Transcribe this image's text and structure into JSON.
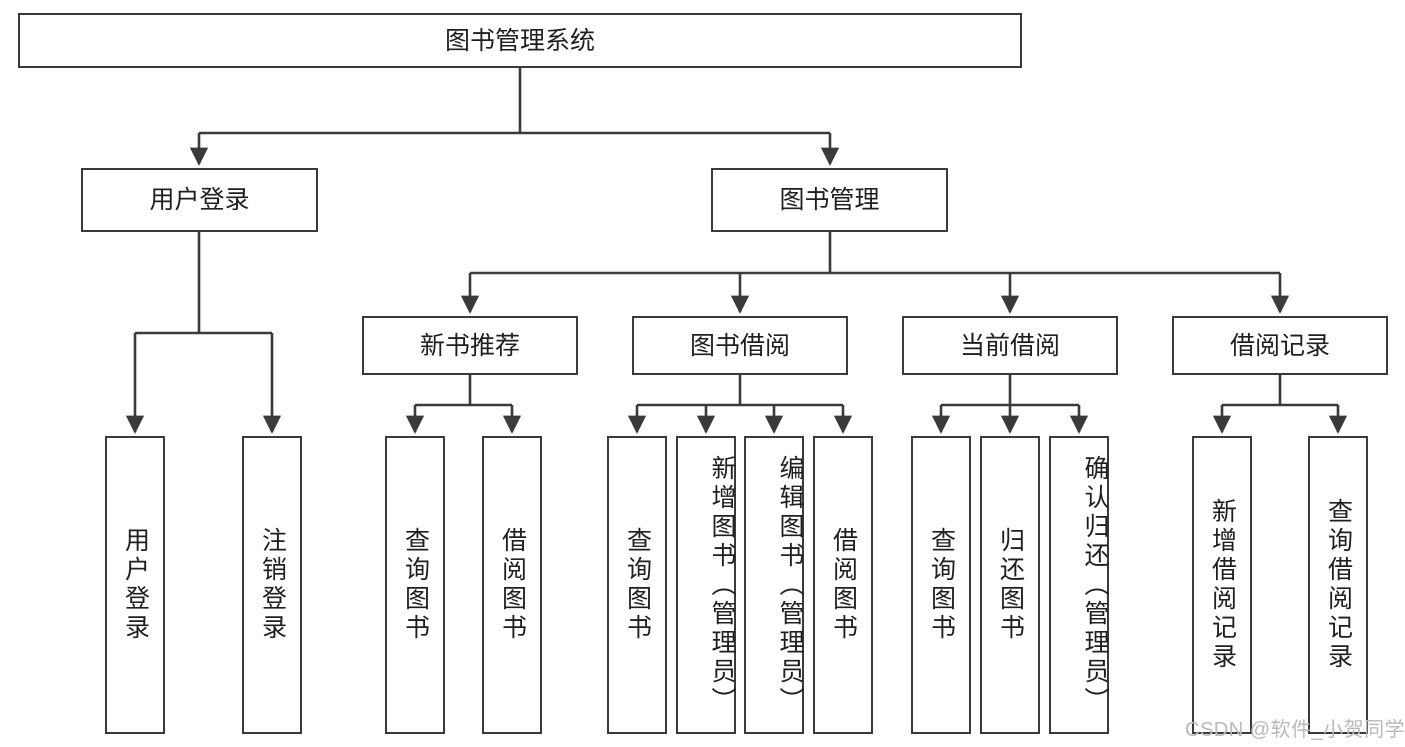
{
  "diagram": {
    "title": "图书管理系统",
    "type": "functional-structure-tree",
    "root": {
      "label": "图书管理系统"
    },
    "level2": [
      {
        "id": "user-login",
        "label": "用户登录"
      },
      {
        "id": "book-manage",
        "label": "图书管理"
      }
    ],
    "level3": [
      {
        "id": "new-book-recommend",
        "label": "新书推荐"
      },
      {
        "id": "book-borrow",
        "label": "图书借阅"
      },
      {
        "id": "current-borrow",
        "label": "当前借阅"
      },
      {
        "id": "borrow-record",
        "label": "借阅记录"
      }
    ],
    "leaves": {
      "user_login": [
        {
          "id": "leaf-user-login",
          "label": "用户登录"
        },
        {
          "id": "leaf-logout-login",
          "label": "注销登录"
        }
      ],
      "new_book_recommend": [
        {
          "id": "leaf-query-book-1",
          "label": "查询图书"
        },
        {
          "id": "leaf-borrow-book-1",
          "label": "借阅图书"
        }
      ],
      "book_borrow": [
        {
          "id": "leaf-query-book-2",
          "label": "查询图书"
        },
        {
          "id": "leaf-add-book",
          "label": "新增图书（管理员）"
        },
        {
          "id": "leaf-edit-book",
          "label": "编辑图书（管理员）"
        },
        {
          "id": "leaf-borrow-book-2",
          "label": "借阅图书"
        }
      ],
      "current_borrow": [
        {
          "id": "leaf-query-book-3",
          "label": "查询图书"
        },
        {
          "id": "leaf-return-book",
          "label": "归还图书"
        },
        {
          "id": "leaf-confirm-return",
          "label": "确认归还（管理员）"
        }
      ],
      "borrow_record": [
        {
          "id": "leaf-add-record",
          "label": "新增借阅记录"
        },
        {
          "id": "leaf-query-record",
          "label": "查询借阅记录"
        }
      ]
    }
  },
  "watermark": {
    "text": "CSDN @软件_小贺同学"
  },
  "colors": {
    "stroke": "#3a3a3a",
    "box_fill": "#ffffff",
    "text": "#1f1f1f",
    "watermark": "#b9b9b9",
    "background": "#ffffff"
  }
}
